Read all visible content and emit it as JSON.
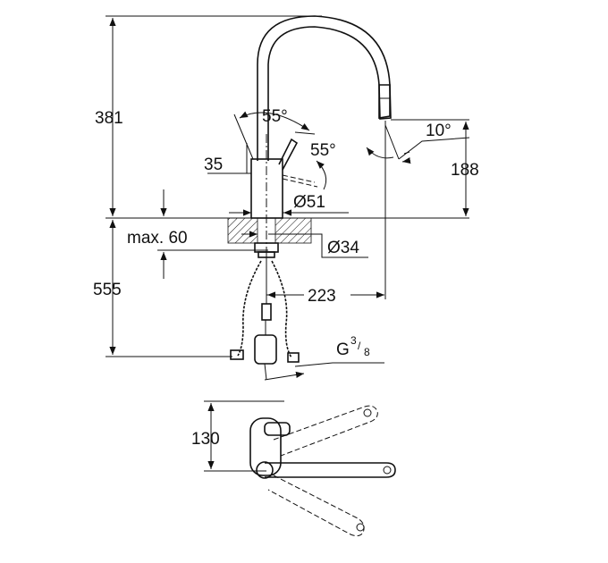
{
  "dimensions": {
    "height_total": "381",
    "spout_angle": "55°",
    "lever_angle": "55°",
    "lever_height": "35",
    "tilt_angle": "10°",
    "spout_height": "188",
    "body_diameter": "Ø51",
    "max_deck": "max. 60",
    "hole_diameter": "Ø34",
    "hose_length": "555",
    "reach": "223",
    "thread_prefix": "G",
    "thread_num": "3",
    "thread_den": "8",
    "top_view_offset": "130"
  },
  "colors": {
    "line": "#111111",
    "fill": "#ffffff"
  }
}
